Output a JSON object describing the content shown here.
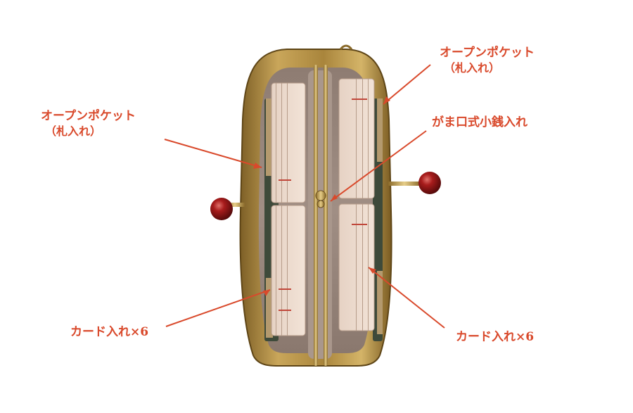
{
  "image": {
    "subject": "wallet",
    "accent_color": "#d9492b",
    "frame_color": "#b8954a",
    "clasp_color": "#8c1414",
    "lining_color": "#9c8a80"
  },
  "callouts": {
    "open_pocket_left": {
      "line1": "オープンポケット",
      "line2": "（札入れ）"
    },
    "open_pocket_right": {
      "line1": "オープンポケット",
      "line2": "（札入れ）"
    },
    "coin_purse": {
      "text": "がま口式小銭入れ"
    },
    "card_slots_left": {
      "text": "カード入れ×6"
    },
    "card_slots_right": {
      "text": "カード入れ×6"
    }
  }
}
